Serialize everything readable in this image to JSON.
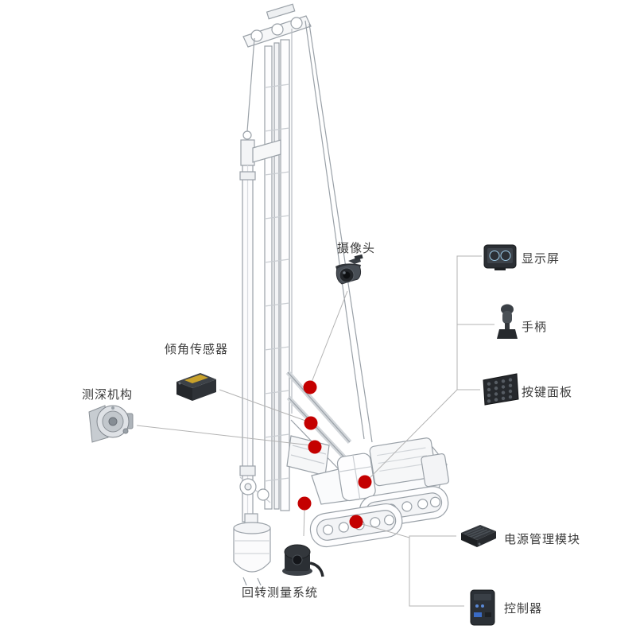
{
  "labels": {
    "camera": "摄像头",
    "display": "显示屏",
    "joystick": "手柄",
    "keypad": "按键面板",
    "tilt_sensor": "倾角传感器",
    "depth_mechanism": "测深机构",
    "power_module": "电源管理模块",
    "controller": "控制器",
    "rotation_system": "回转测量系统"
  },
  "icons": {
    "camera": "camera-icon",
    "display": "display-screen-icon",
    "joystick": "joystick-icon",
    "keypad": "keypad-panel-icon",
    "tilt_sensor": "tilt-sensor-icon",
    "depth_mechanism": "depth-mechanism-icon",
    "power_module": "power-module-icon",
    "controller": "controller-icon",
    "rotation_system": "rotation-system-icon"
  },
  "colors": {
    "marker": "#c40000",
    "callout_line": "#b3b3b3",
    "text": "#3c3c3c",
    "lineart": "#9aa1a8"
  },
  "marker_count": 6
}
